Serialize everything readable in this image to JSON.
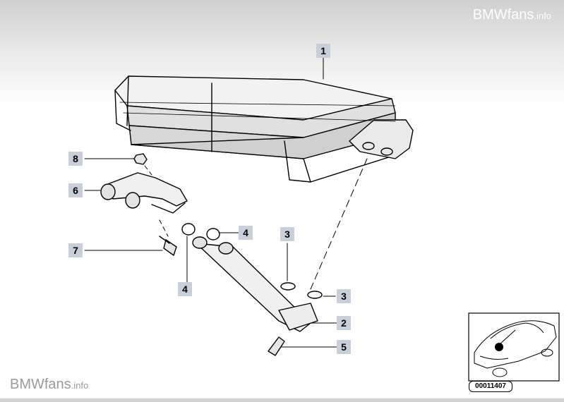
{
  "watermark": {
    "brand": "BMWfans",
    "suffix": ".info"
  },
  "callouts": [
    {
      "id": "c1",
      "label": "1"
    },
    {
      "id": "c8",
      "label": "8"
    },
    {
      "id": "c6",
      "label": "6"
    },
    {
      "id": "c4a",
      "label": "4"
    },
    {
      "id": "c3a",
      "label": "3"
    },
    {
      "id": "c7",
      "label": "7"
    },
    {
      "id": "c4b",
      "label": "4"
    },
    {
      "id": "c3b",
      "label": "3"
    },
    {
      "id": "c2",
      "label": "2"
    },
    {
      "id": "c5",
      "label": "5"
    }
  ],
  "inset": {
    "doc_number": "00011407"
  },
  "colors": {
    "callout_bg": "#c8cfdb",
    "line": "#000000"
  }
}
